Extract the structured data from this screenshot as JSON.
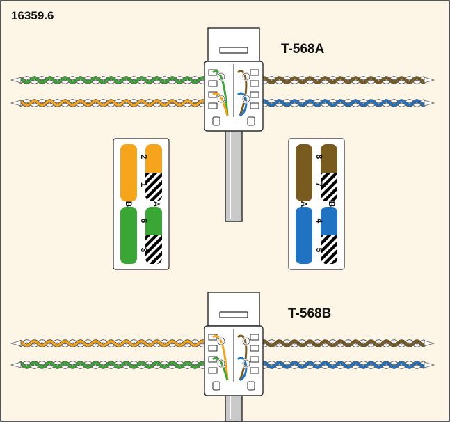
{
  "figure": {
    "number": "16359.6"
  },
  "colors": {
    "background": "#fdf5e6",
    "frame": "#2b2b2b",
    "green": "#3aa635",
    "orange": "#f5a41c",
    "brown": "#7a5b1f",
    "blue": "#1f73c2",
    "white_wire": "#ffffff",
    "wire_outline": "#555555",
    "cable_jacket": "#c9c9c9",
    "connector_body": "#ffffff"
  },
  "standards": [
    {
      "label": "T-568A"
    },
    {
      "label": "T-568B"
    }
  ],
  "pin_cards": [
    {
      "id": "left",
      "pins": [
        {
          "number": "2",
          "color": "orange",
          "stripe": false
        },
        {
          "number": "1",
          "color": "orange",
          "stripe": true
        },
        {
          "number": "6",
          "color": "green",
          "stripe": false
        },
        {
          "number": "3",
          "color": "green",
          "stripe": true
        }
      ],
      "side_labels": [
        "B",
        "A"
      ]
    },
    {
      "id": "right",
      "pins": [
        {
          "number": "8",
          "color": "brown",
          "stripe": false
        },
        {
          "number": "7",
          "color": "brown",
          "stripe": true
        },
        {
          "number": "4",
          "color": "blue",
          "stripe": false
        },
        {
          "number": "5",
          "color": "blue",
          "stripe": true
        }
      ],
      "side_labels": [
        "A",
        "B"
      ]
    }
  ],
  "wiring": {
    "T-568A": {
      "left_top": "green",
      "left_bottom": "orange",
      "right_top": "brown",
      "right_bottom": "blue"
    },
    "T-568B": {
      "left_top": "orange",
      "left_bottom": "green",
      "right_top": "brown",
      "right_bottom": "blue"
    }
  }
}
